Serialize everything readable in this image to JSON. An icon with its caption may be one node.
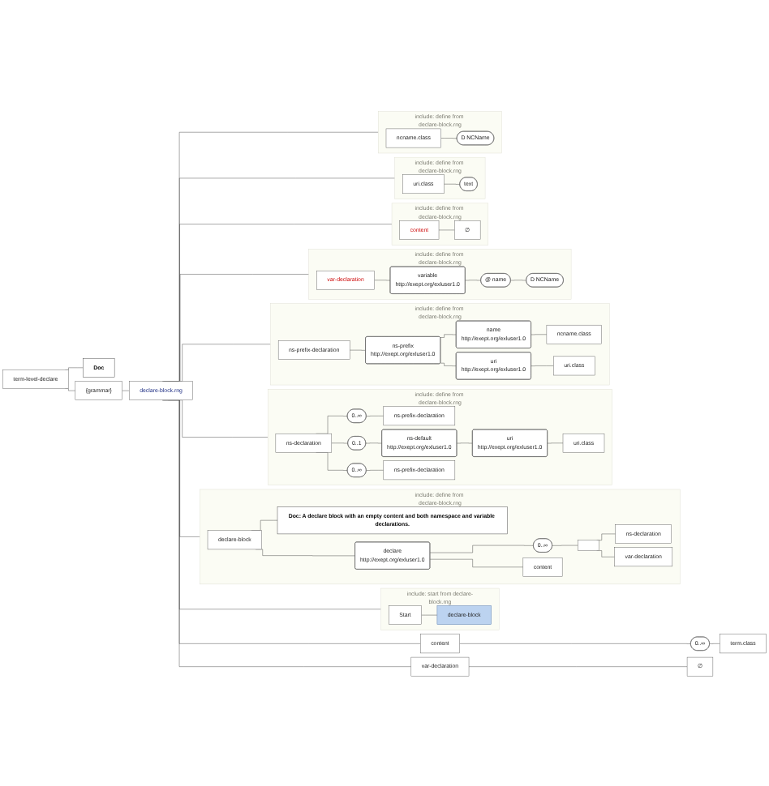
{
  "diagram": {
    "nodes": [
      {
        "text": [
          "term-level-declare"
        ]
      },
      {
        "text": [
          "Doc"
        ]
      },
      {
        "text": [
          "{grammar}"
        ]
      },
      {
        "text": [
          "declare-block.rng"
        ]
      },
      {
        "text": [
          "include: start from declare-block.rng"
        ]
      },
      {
        "text": [
          "Start"
        ],
        "in": 4
      },
      {
        "text": [
          "declare-block"
        ],
        "in": 4
      },
      {
        "text": [
          "include: define from declare-block.rng"
        ]
      },
      {
        "text": [
          "declare-block"
        ],
        "in": 7
      },
      {
        "text": [
          "Doc: A declare block with an empty content and both namespace and variable declarations."
        ],
        "in": 7
      },
      {
        "text": [
          "declare",
          "http://exept.org/exluser1.0"
        ],
        "in": 7
      },
      {
        "text": [
          "0..∞"
        ],
        "in": 7
      },
      {
        "text": [],
        "shape": "box",
        "in": 7
      },
      {
        "text": [
          "ns-declaration"
        ],
        "in": 7
      },
      {
        "text": [
          "var-declaration"
        ],
        "in": 7
      },
      {
        "text": [
          "content"
        ],
        "in": 7
      },
      {
        "text": [
          "include: define from declare-block.rng"
        ]
      },
      {
        "text": [
          "ns-declaration"
        ],
        "in": 16
      },
      {
        "text": [
          "0..∞"
        ],
        "in": 16
      },
      {
        "text": [
          "ns-prefix-declaration"
        ],
        "in": 16
      },
      {
        "text": [
          "0..1"
        ],
        "in": 16
      },
      {
        "text": [
          "ns-default",
          "http://exept.org/exluser1.0"
        ],
        "in": 16
      },
      {
        "text": [
          "uri",
          "http://exept.org/exluser1.0"
        ],
        "in": 16
      },
      {
        "text": [
          "uri.class"
        ],
        "in": 16
      },
      {
        "text": [
          "0..∞"
        ],
        "in": 16
      },
      {
        "text": [
          "ns-prefix-declaration"
        ],
        "in": 16
      },
      {
        "text": [
          "include: define from declare-block.rng"
        ]
      },
      {
        "text": [
          "ns-prefix-declaration"
        ],
        "in": 26
      },
      {
        "text": [
          "ns-prefix",
          "http://exept.org/exluser1.0"
        ],
        "in": 26
      },
      {
        "text": [
          "name",
          "http://exept.org/exluser1.0"
        ],
        "in": 26
      },
      {
        "text": [
          "ncname.class"
        ],
        "in": 26
      },
      {
        "text": [
          "uri",
          "http://exept.org/exluser1.0"
        ],
        "in": 26
      },
      {
        "text": [
          "uri.class"
        ],
        "in": 26
      },
      {
        "text": [
          "include: define from declare-block.rng"
        ]
      },
      {
        "text": [
          "var-declaration"
        ],
        "in": 33
      },
      {
        "text": [
          "variable",
          "http://exept.org/exluser1.0"
        ],
        "in": 33
      },
      {
        "text": [
          "@ name"
        ],
        "in": 33
      },
      {
        "text": [
          "D NCName"
        ],
        "in": 33
      },
      {
        "text": [
          "include: define from declare-block.rng"
        ]
      },
      {
        "text": [
          "content"
        ],
        "in": 38
      },
      {
        "text": [
          "∅"
        ],
        "in": 38
      },
      {
        "text": [
          "include: define from declare-block.rng"
        ]
      },
      {
        "text": [
          "uri.class"
        ],
        "in": 41
      },
      {
        "text": [
          "text"
        ],
        "in": 41
      },
      {
        "text": [
          "include: define from declare-block.rng"
        ]
      },
      {
        "text": [
          "ncname.class"
        ],
        "in": 44
      },
      {
        "text": [
          "D NCName"
        ],
        "in": 44
      },
      {
        "text": [
          "content"
        ]
      },
      {
        "text": [
          "0..∞"
        ]
      },
      {
        "text": [
          "term.class"
        ]
      },
      {
        "text": [
          "var-declaration"
        ]
      },
      {
        "text": [
          "∅"
        ]
      }
    ],
    "edges": [
      {
        "from": 0,
        "to": 1,
        "arrow": "none"
      },
      {
        "from": 0,
        "to": 2,
        "arrow": "none"
      },
      {
        "from": 2,
        "to": 3,
        "arrow": "none"
      },
      {
        "from": 3,
        "to": 4,
        "arrow": "none"
      },
      {
        "from": 3,
        "to": 7,
        "arrow": "none"
      },
      {
        "from": 3,
        "to": 16,
        "arrow": "none"
      },
      {
        "from": 3,
        "to": 26,
        "arrow": "none"
      },
      {
        "from": 3,
        "to": 33,
        "arrow": "none"
      },
      {
        "from": 3,
        "to": 38,
        "arrow": "none"
      },
      {
        "from": 3,
        "to": 41,
        "arrow": "none"
      },
      {
        "from": 3,
        "to": 44,
        "arrow": "none"
      },
      {
        "from": 3,
        "to": 47,
        "arrow": "none"
      },
      {
        "from": 3,
        "to": 50,
        "arrow": "none"
      },
      {
        "from": 5,
        "to": 6,
        "arrow": "none"
      },
      {
        "from": 8,
        "to": 9,
        "arrow": "none"
      },
      {
        "from": 8,
        "to": 10,
        "arrow": "none"
      },
      {
        "from": 10,
        "to": 11,
        "arrow": "none"
      },
      {
        "from": 10,
        "to": 15,
        "arrow": "none"
      },
      {
        "from": 11,
        "to": 12,
        "arrow": "none"
      },
      {
        "from": 12,
        "to": 13,
        "arrow": "none"
      },
      {
        "from": 12,
        "to": 14,
        "arrow": "none"
      },
      {
        "from": 17,
        "to": 18,
        "arrow": "none"
      },
      {
        "from": 17,
        "to": 20,
        "arrow": "none"
      },
      {
        "from": 17,
        "to": 24,
        "arrow": "none"
      },
      {
        "from": 18,
        "to": 19,
        "arrow": "none"
      },
      {
        "from": 20,
        "to": 21,
        "arrow": "none"
      },
      {
        "from": 21,
        "to": 22,
        "arrow": "none"
      },
      {
        "from": 22,
        "to": 23,
        "arrow": "none"
      },
      {
        "from": 24,
        "to": 25,
        "arrow": "none"
      },
      {
        "from": 27,
        "to": 28,
        "arrow": "none"
      },
      {
        "from": 28,
        "to": 29,
        "arrow": "none"
      },
      {
        "from": 28,
        "to": 31,
        "arrow": "none"
      },
      {
        "from": 29,
        "to": 30,
        "arrow": "none"
      },
      {
        "from": 31,
        "to": 32,
        "arrow": "none"
      },
      {
        "from": 34,
        "to": 35,
        "arrow": "none"
      },
      {
        "from": 35,
        "to": 36,
        "arrow": "none"
      },
      {
        "from": 36,
        "to": 37,
        "arrow": "none"
      },
      {
        "from": 39,
        "to": 40,
        "arrow": "none"
      },
      {
        "from": 42,
        "to": 43,
        "arrow": "none"
      },
      {
        "from": 45,
        "to": 46,
        "arrow": "none"
      },
      {
        "from": 47,
        "to": 48,
        "arrow": "none"
      },
      {
        "from": 48,
        "to": 49,
        "arrow": "none"
      },
      {
        "from": 50,
        "to": 51,
        "arrow": "none"
      }
    ]
  }
}
